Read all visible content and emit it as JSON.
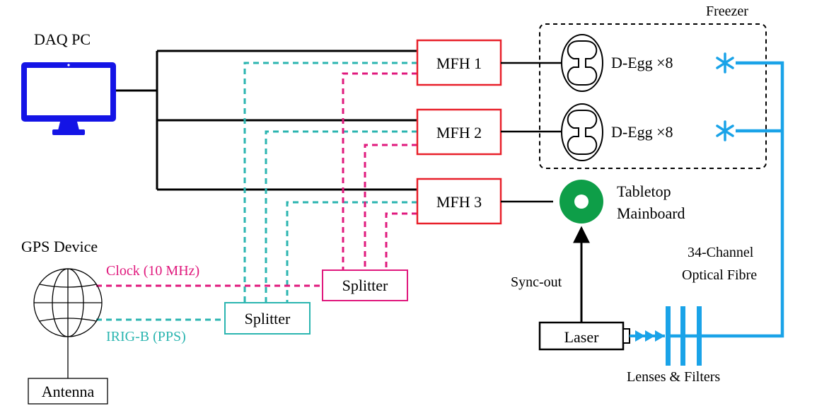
{
  "colors": {
    "black": "#000000",
    "mfh_red": "#e8202a",
    "clock_magenta": "#e0197d",
    "irig_teal": "#2bb5b0",
    "optical_blue": "#1aa3e8",
    "mainboard_green": "#0e9e48",
    "pc_blue": "#1414e6"
  },
  "labels": {
    "daq_pc": "DAQ PC",
    "freezer": "Freezer",
    "mfh1": "MFH 1",
    "mfh2": "MFH 2",
    "mfh3": "MFH 3",
    "degg1": "D-Egg ×8",
    "degg2": "D-Egg ×8",
    "tabletop_line1": "Tabletop",
    "tabletop_line2": "Mainboard",
    "gps_device": "GPS Device",
    "clock": "Clock (10 MHz)",
    "irig": "IRIG-B (PPS)",
    "splitter_clock": "Splitter",
    "splitter_irig": "Splitter",
    "antenna": "Antenna",
    "fibre_line1": "34-Channel",
    "fibre_line2": "Optical Fibre",
    "sync_out": "Sync-out",
    "laser": "Laser",
    "lenses": "Lenses & Filters"
  },
  "icons": {
    "pc": "computer-monitor-icon",
    "globe": "globe-icon",
    "degg": "d-egg-icon",
    "mainboard": "mainboard-ring-icon",
    "fibre_end": "asterisk-icon"
  }
}
